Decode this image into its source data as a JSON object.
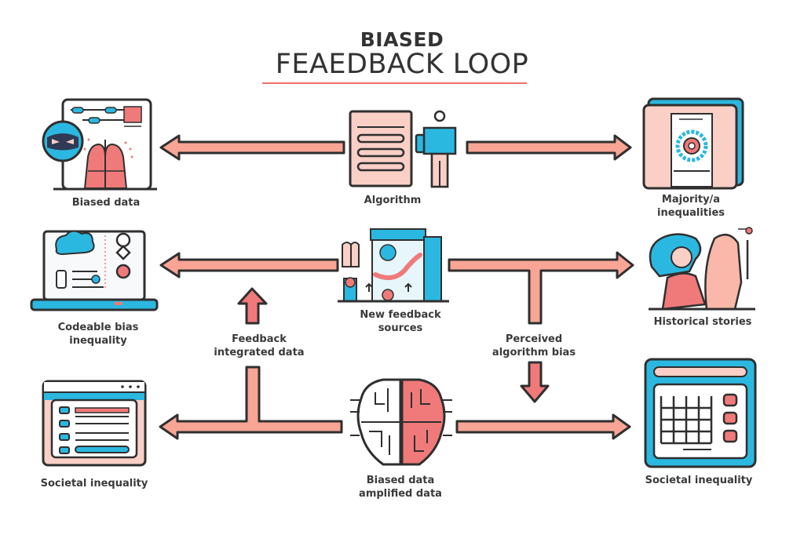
{
  "title": {
    "line1": "BIASED",
    "line2": "FEAEDBACK LOOP"
  },
  "colors": {
    "arrow_fill": "#f9a595",
    "outline": "#2f2f2f",
    "accent_blue": "#2bb8e0",
    "accent_pink": "#f07a7a",
    "soft_pink": "#f9cfc6",
    "underline": "#f0706e"
  },
  "nodes": {
    "biased_data": {
      "label": "Biased data",
      "icon": "biased-data-icon"
    },
    "algorithm": {
      "label": "Algorithm",
      "icon": "algorithm-icon"
    },
    "majority_top_right": {
      "label_line1": "Majority/a",
      "label_line2": "inequalities",
      "icon": "book-icon"
    },
    "coded_bias": {
      "label_line1": "Codeable bias",
      "label_line2": "inequality",
      "icon": "laptop-icon"
    },
    "feedback_sources": {
      "label_line1": "New feedback",
      "label_line2": "sources",
      "icon": "feedback-machine-icon"
    },
    "historical_stories": {
      "label": "Historical stories",
      "icon": "people-icon"
    },
    "feedback_integrated": {
      "label_line1": "Feedback",
      "label_line2": "integrated data"
    },
    "perceived_bias": {
      "label_line1": "Perceived",
      "label_line2": "algorithm bias"
    },
    "societal_inequality": {
      "label": "Societal inequality",
      "icon": "browser-window-icon"
    },
    "biased_data_bottom": {
      "label_line1": "Biased data",
      "label_line2": "amplified data",
      "icon": "brain-circuit-icon"
    },
    "societal_inequality_right": {
      "label": "Societal inequality",
      "icon": "calculator-window-icon"
    }
  }
}
